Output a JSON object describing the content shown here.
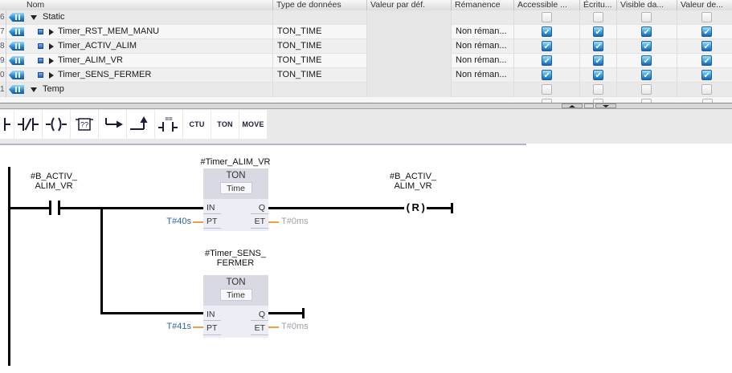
{
  "interface_table": {
    "columns": [
      "Nom",
      "Type de données",
      "Valeur par déf.",
      "Rémanence",
      "Accessible ...",
      "Écritu...",
      "Visible da...",
      "Valeur de..."
    ],
    "rows": [
      {
        "num": "6",
        "name": "Static",
        "section": true,
        "type": "",
        "remanence": "",
        "checkboxes": "disabled"
      },
      {
        "num": "7",
        "name": "Timer_RST_MEM_MANU",
        "section": false,
        "type": "TON_TIME",
        "remanence": "Non réman...",
        "checkboxes": "checked"
      },
      {
        "num": "8",
        "name": "Timer_ACTIV_ALIM",
        "section": false,
        "type": "TON_TIME",
        "remanence": "Non réman...",
        "checkboxes": "checked"
      },
      {
        "num": "9",
        "name": "Timer_ALIM_VR",
        "section": false,
        "type": "TON_TIME",
        "remanence": "Non réman...",
        "checkboxes": "checked"
      },
      {
        "num": "0",
        "name": "Timer_SENS_FERMER",
        "section": false,
        "type": "TON_TIME",
        "remanence": "Non réman...",
        "checkboxes": "checked"
      },
      {
        "num": "1",
        "name": "Temp",
        "section": true,
        "type": "",
        "remanence": "",
        "checkboxes": "disabled"
      }
    ]
  },
  "toolbar": {
    "icon_buttons": [
      "normally-open-contact",
      "normally-closed-contact",
      "coil",
      "empty-box",
      "open-branch",
      "close-branch",
      "compare-contact"
    ],
    "glyph_box": "??",
    "glyph_compare": "==",
    "ctu_label": "CTU",
    "ton_label": "TON",
    "move_label": "MOVE"
  },
  "ladder": {
    "rung1": {
      "contact_label": [
        "#B_ACTIV_",
        "ALIM_VR"
      ],
      "timer_name": "#Timer_ALIM_VR",
      "block": {
        "type": "TON",
        "subtype": "Time",
        "pin_in": "IN",
        "pin_q": "Q",
        "pin_pt": "PT",
        "pin_et": "ET"
      },
      "pt_value": "T#40s",
      "et_value": "T#0ms",
      "coil_label": [
        "#B_ACTIV_",
        "ALIM_VR"
      ],
      "coil_text": "( R )"
    },
    "rung2": {
      "timer_name": [
        "#Timer_SENS_",
        "FERMER"
      ],
      "block": {
        "type": "TON",
        "subtype": "Time",
        "pin_in": "IN",
        "pin_q": "Q",
        "pin_pt": "PT",
        "pin_et": "ET"
      },
      "pt_value": "T#41s",
      "et_value": "T#0ms"
    }
  },
  "colors": {
    "checkbox_blue": "#2a7fd4",
    "time_value_blue": "#2e64a8",
    "connector_orange": "#eda13c",
    "et_gray": "#9ca0a8",
    "block_header": "#d9d9e3",
    "block_body": "#ededf5"
  }
}
